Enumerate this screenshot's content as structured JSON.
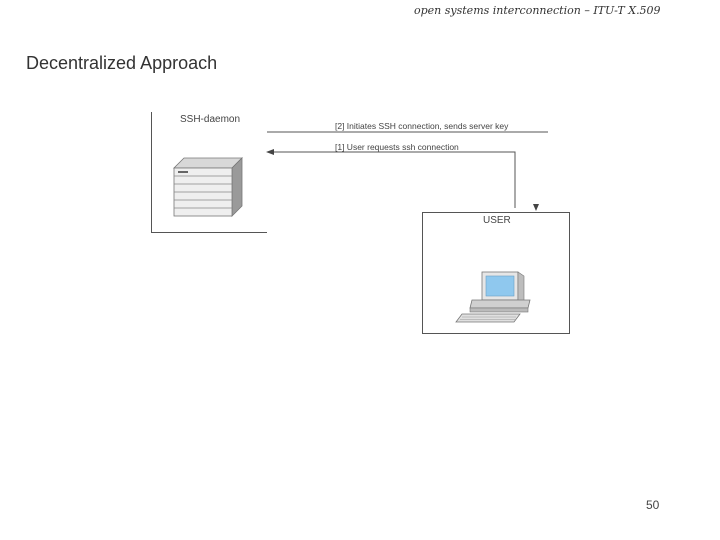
{
  "header": {
    "running_title": "open systems interconnection – ITU-T X.509"
  },
  "slide": {
    "title": "Decentralized Approach",
    "page_number": "50"
  },
  "diagram": {
    "server_label": "SSH-daemon",
    "user_label": "USER",
    "messages": [
      {
        "text": "[2] Initiates SSH connection, sends server key"
      },
      {
        "text": "[1] User requests ssh connection"
      }
    ]
  }
}
